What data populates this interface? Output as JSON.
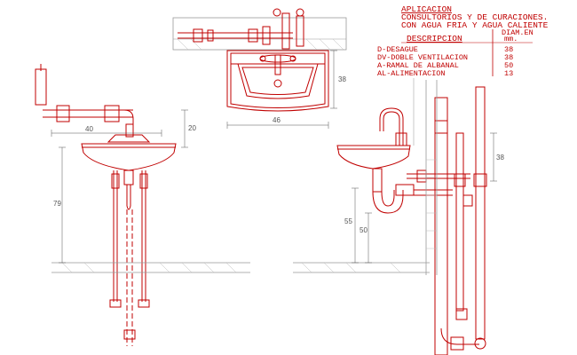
{
  "application": {
    "heading": "APLICACION",
    "line1": "CONSULTORIOS Y DE CURACIONES.",
    "line2": "CON AGUA FRIA Y AGUA CALIENTE"
  },
  "legend": {
    "col_description": "DESCRIPCION",
    "col_diameter_1": "DIAM.EN",
    "col_diameter_2": "mm.",
    "rows": [
      {
        "label": "D-DESAGUE",
        "value": "38"
      },
      {
        "label": "DV-DOBLE VENTILACION",
        "value": "38"
      },
      {
        "label": "A-RAMAL DE ALBANAL",
        "value": "50"
      },
      {
        "label": "AL-ALIMENTACION",
        "value": "13"
      }
    ]
  },
  "dimensions": {
    "top_height": "38",
    "top_width": "46",
    "front_width": "40",
    "front_tap_height": "20",
    "front_height": "79",
    "side_inner": "55",
    "side_outer": "50",
    "side_right": "38"
  },
  "colors": {
    "line": "#c00000",
    "dimension": "#555555",
    "hatch": "#999999"
  }
}
